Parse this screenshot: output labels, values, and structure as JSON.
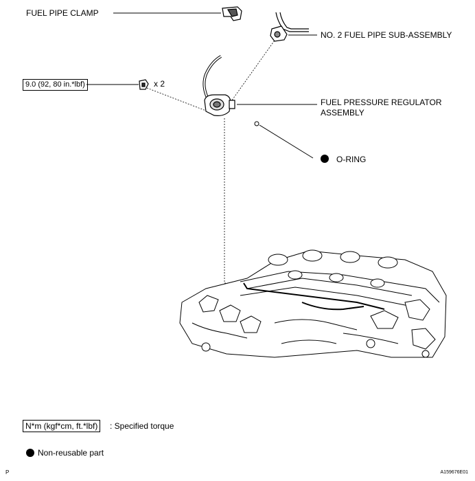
{
  "labels": {
    "fuel_pipe_clamp": "FUEL PIPE CLAMP",
    "no2_fuel_pipe": "NO. 2 FUEL PIPE SUB-ASSEMBLY",
    "regulator_line1": "FUEL PRESSURE REGULATOR",
    "regulator_line2": "ASSEMBLY",
    "o_ring": "O-RING",
    "torque_value": "9.0 (92, 80 in.*lbf)",
    "bolt_qty": "x 2"
  },
  "legend": {
    "torque_unit": "N*m (kgf*cm, ft.*lbf)",
    "torque_text": ": Specified torque",
    "non_reusable_text": "Non-reusable part"
  },
  "footer": {
    "left_mark": "P",
    "figure_id": "A159676E01"
  }
}
